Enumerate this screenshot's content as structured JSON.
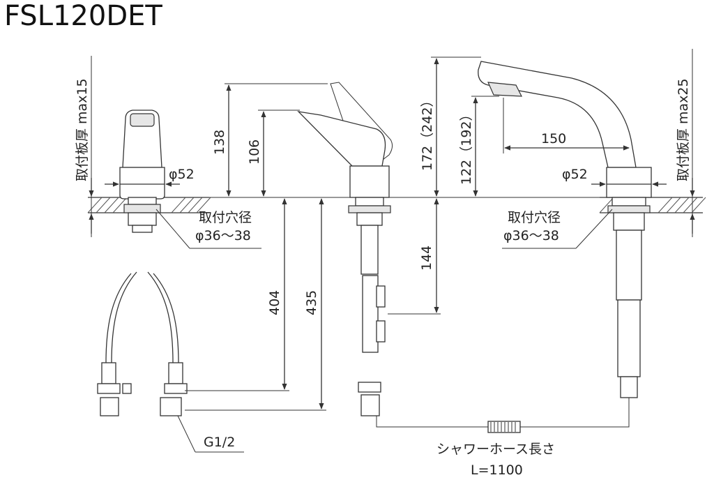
{
  "title": "FSL120DET",
  "labels": {
    "plate_thickness_left": "取付板厚 max15",
    "plate_thickness_right": "取付板厚 max25",
    "mount_hole_left_1": "取付穴径",
    "mount_hole_left_2": "φ36～38",
    "mount_hole_right_1": "取付穴径",
    "mount_hole_right_2": "φ36～38",
    "dia_left": "φ52",
    "dia_right": "φ52",
    "dim_138": "138",
    "dim_106": "106",
    "dim_404": "404",
    "dim_435": "435",
    "dim_144": "144",
    "dim_172": "172（242）",
    "dim_122": "122（192）",
    "dim_150": "150",
    "thread": "G1/2",
    "hose_1": "シャワーホース長さ",
    "hose_2": "L=1100"
  }
}
